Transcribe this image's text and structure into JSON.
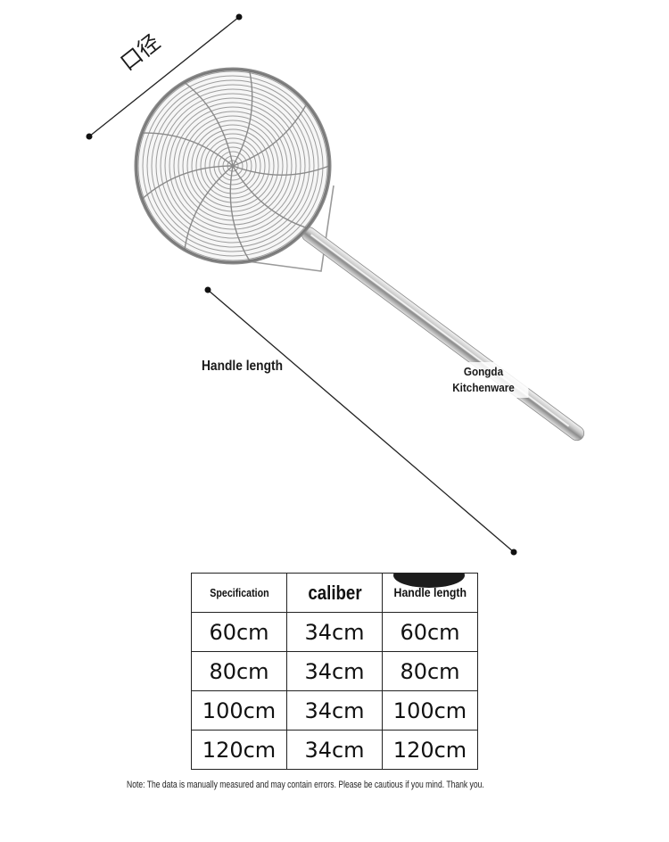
{
  "illustration": {
    "caliber_marker": "口径",
    "handle_length_label": "Handle length",
    "brand_line1": "Gongda",
    "brand_line2": "Kitchenware"
  },
  "table": {
    "headers": [
      "Specification",
      "caliber",
      "Handle length"
    ],
    "rows": [
      [
        "60cm",
        "34cm",
        "60cm"
      ],
      [
        "80cm",
        "34cm",
        "80cm"
      ],
      [
        "100cm",
        "34cm",
        "100cm"
      ],
      [
        "120cm",
        "34cm",
        "120cm"
      ]
    ]
  },
  "note": "Note: The data is manually measured and may contain errors. Please be cautious if you mind. Thank you."
}
